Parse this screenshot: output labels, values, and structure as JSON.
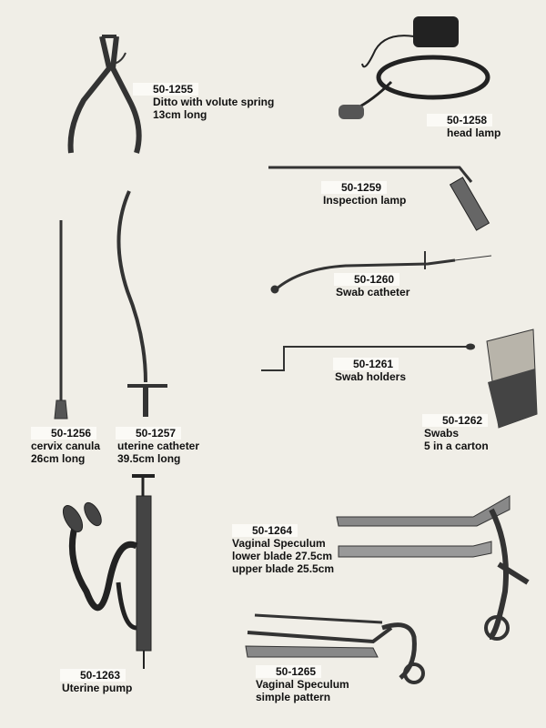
{
  "items": [
    {
      "num": "50-1255",
      "lines": [
        "Ditto with volute spring",
        "13cm long"
      ]
    },
    {
      "num": "50-1258",
      "lines": [
        "head lamp"
      ]
    },
    {
      "num": "50-1259",
      "lines": [
        "Inspection lamp"
      ]
    },
    {
      "num": "50-1260",
      "lines": [
        "Swab catheter"
      ]
    },
    {
      "num": "50-1261",
      "lines": [
        "Swab holders"
      ]
    },
    {
      "num": "50-1262",
      "lines": [
        "Swabs",
        "5 in a carton"
      ]
    },
    {
      "num": "50-1256",
      "lines": [
        "cervix canula",
        "26cm long"
      ]
    },
    {
      "num": "50-1257",
      "lines": [
        "uterine catheter",
        "39.5cm long"
      ]
    },
    {
      "num": "50-1264",
      "lines": [
        "Vaginal Speculum",
        "lower blade 27.5cm",
        "upper blade 25.5cm"
      ]
    },
    {
      "num": "50-1263",
      "lines": [
        "Uterine pump"
      ]
    },
    {
      "num": "50-1265",
      "lines": [
        "Vaginal Speculum",
        "simple pattern"
      ]
    }
  ]
}
